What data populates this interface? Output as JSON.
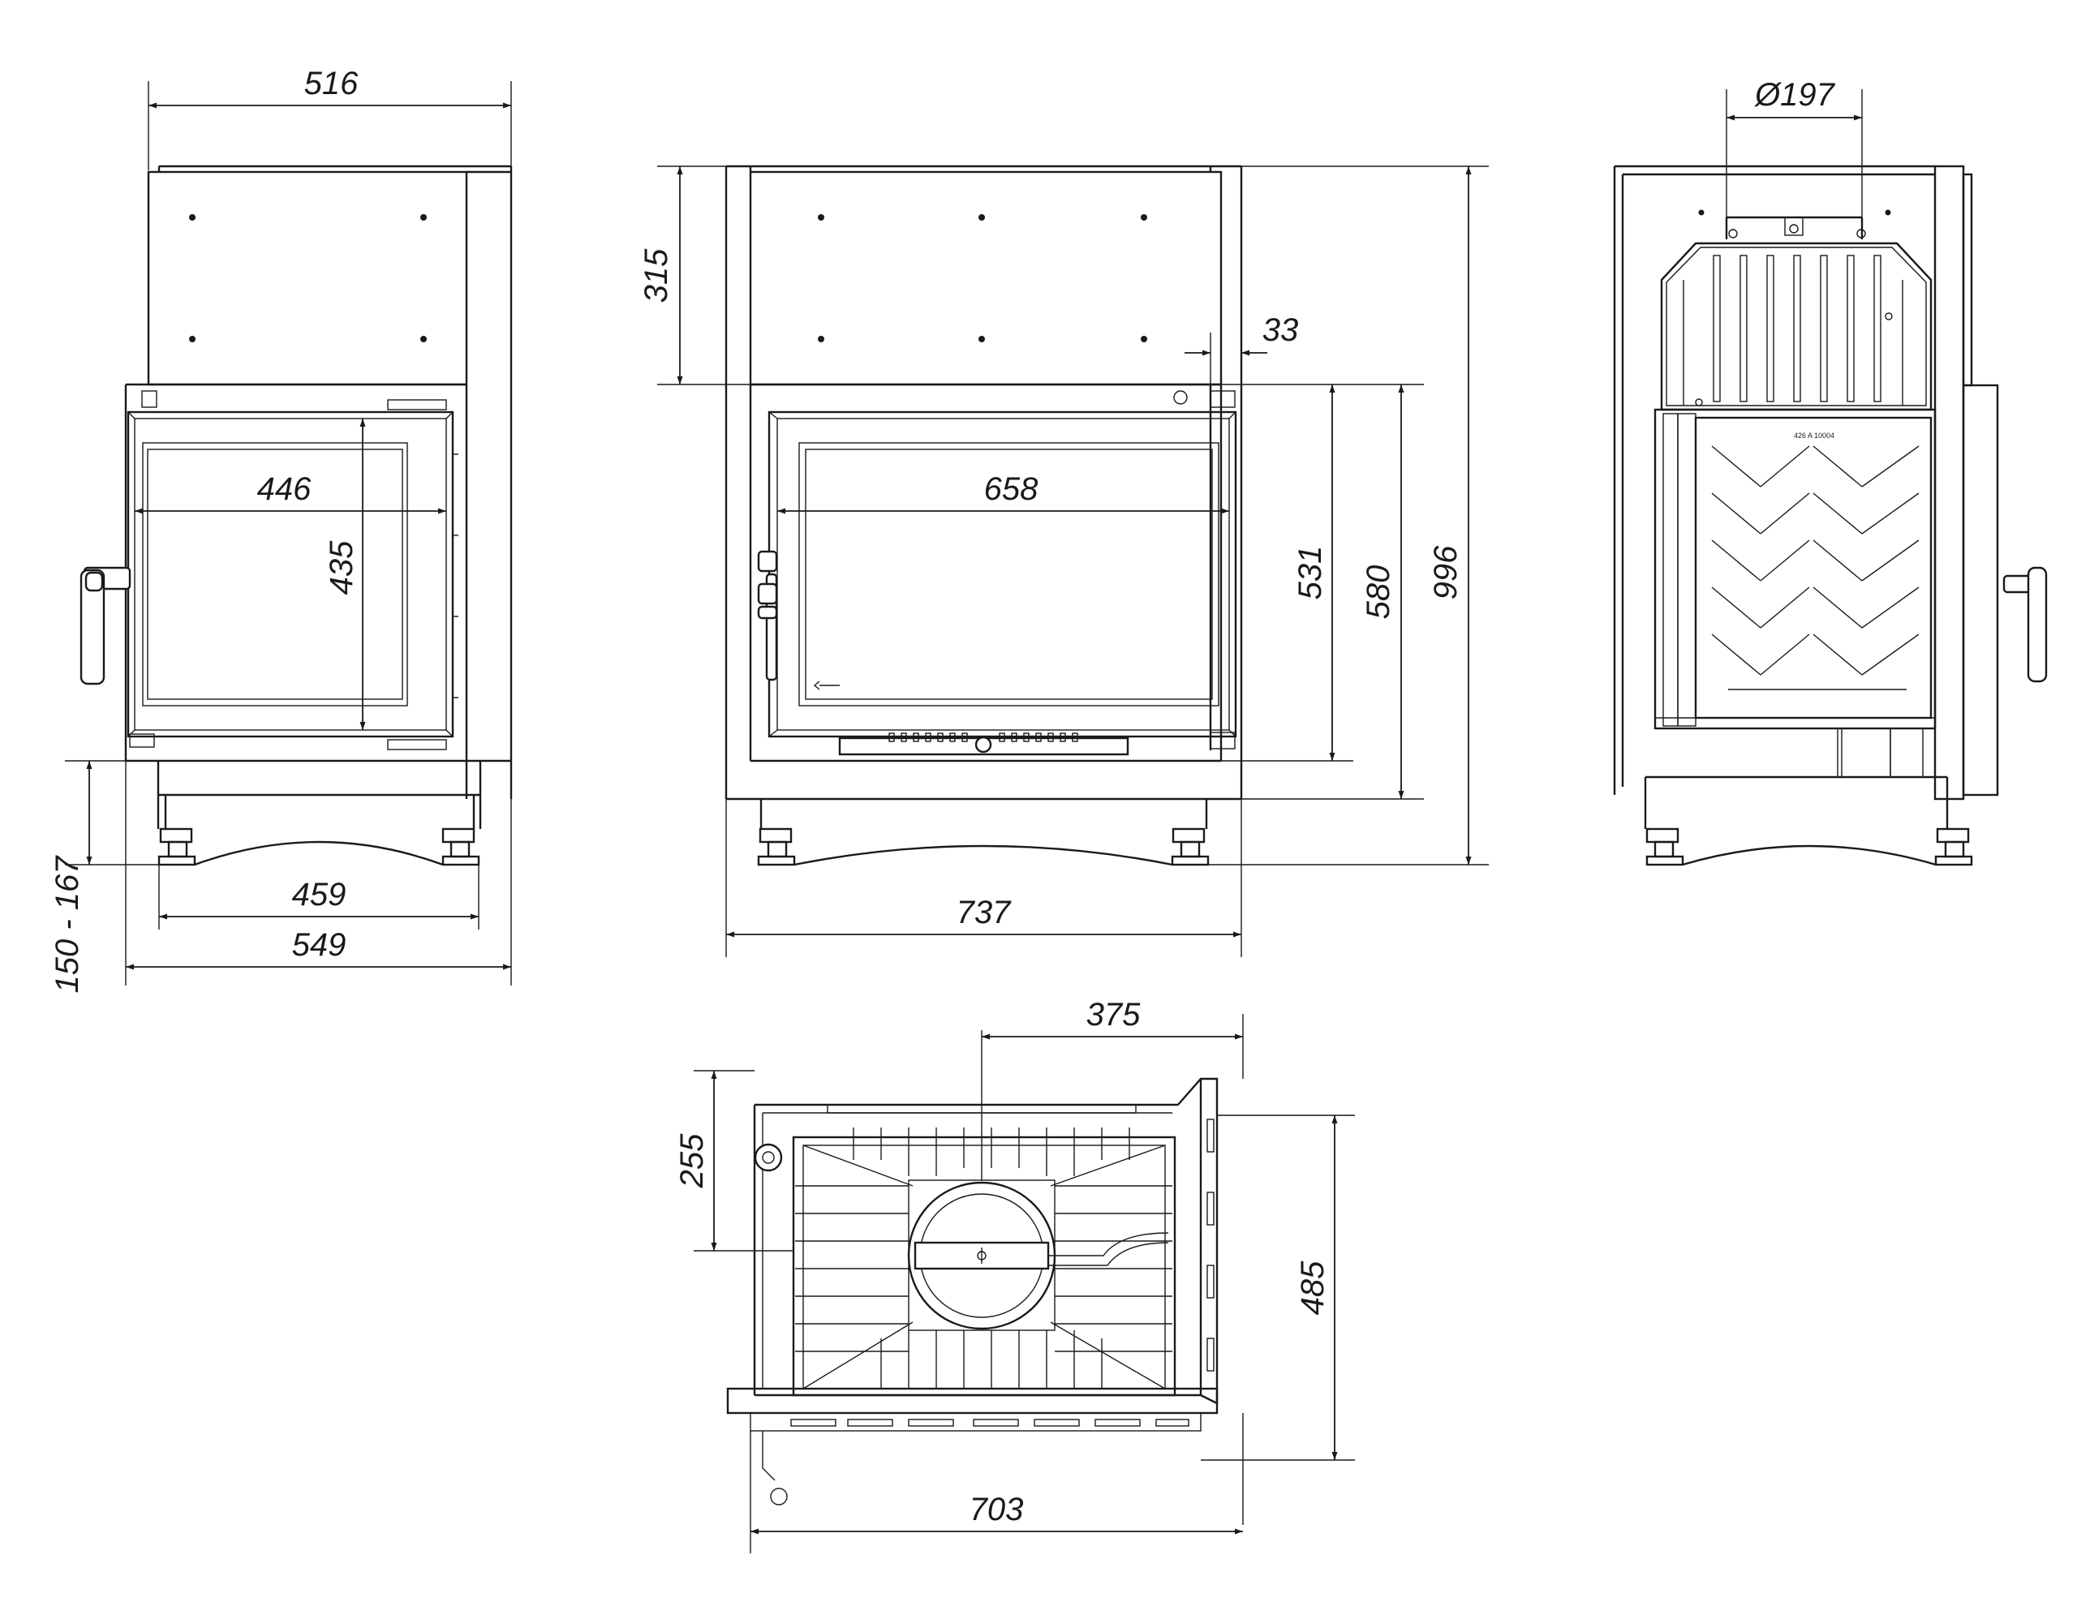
{
  "dimensions": {
    "front_top_width": "516",
    "front_glass_width": "446",
    "front_glass_height": "435",
    "front_leg_height": "150 - 167",
    "front_feet_span": "459",
    "front_base_width": "549",
    "mid_hood_height": "315",
    "mid_offset": "33",
    "mid_glass_width": "658",
    "mid_inner_height": "531",
    "mid_body_height": "580",
    "mid_total_height": "996",
    "mid_total_width": "737",
    "side_flue_diameter": "Ø197",
    "side_plate_label": "426 A 10004",
    "top_flue_offset_x": "375",
    "top_flue_offset_y": "255",
    "top_depth": "485",
    "top_width": "703"
  }
}
